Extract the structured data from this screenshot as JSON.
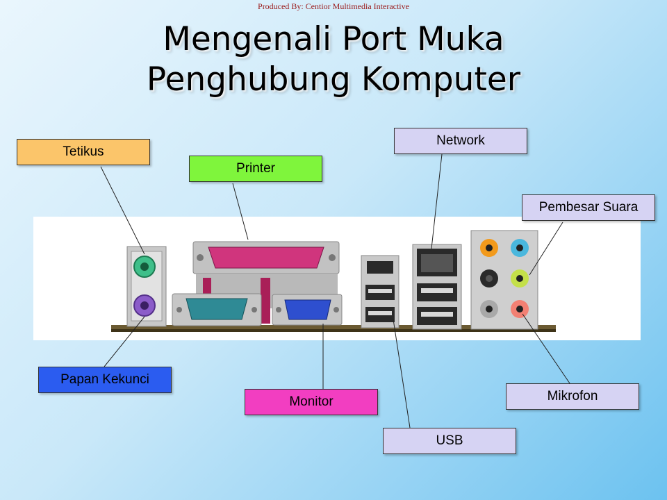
{
  "credit": "Produced By: Centior Multimedia Interactive",
  "title": {
    "line1": "Mengenali Port Muka",
    "line2": "Penghubung Komputer"
  },
  "labels": {
    "tetikus": {
      "text": "Tetikus",
      "color": "#fbc56a"
    },
    "printer": {
      "text": "Printer",
      "color": "#7ff53c"
    },
    "network": {
      "text": "Network",
      "color": "#d6d3f3"
    },
    "pembesar_suara": {
      "text": "Pembesar Suara",
      "color": "#d6d3f3"
    },
    "papan_kekunci": {
      "text": "Papan Kekunci",
      "color": "#2b5cf0"
    },
    "monitor": {
      "text": "Monitor",
      "color": "#f23ec1"
    },
    "usb": {
      "text": "USB",
      "color": "#d6d3f3"
    },
    "mikrofon": {
      "text": "Mikrofon",
      "color": "#d6d3f3"
    }
  }
}
